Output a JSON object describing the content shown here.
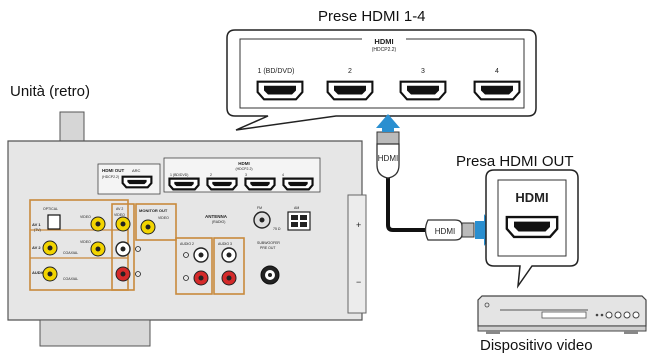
{
  "labels": {
    "hdmi_inputs_title": "Prese HDMI 1-4",
    "unit_label": "Unità (retro)",
    "hdmi_out_title": "Presa HDMI OUT",
    "device_label": "Dispositivo video"
  },
  "callout": {
    "group_label": "HDMI",
    "group_sublabel": "(HDCP2.2)",
    "ports": [
      "1 (BD/DVD)",
      "2",
      "3",
      "4"
    ]
  },
  "cable": {
    "plug_label_top": "HDMI",
    "plug_label_side": "HDMI"
  },
  "device_callout": {
    "port_label": "HDMI"
  },
  "rear_panel": {
    "hdmi_out": "HDMI OUT",
    "hdmi_out_sub": "(HDCP2.2)",
    "arc": "ARC",
    "hdmi_group": "HDMI",
    "hdmi_group_sub": "(HDCP2.2)",
    "hdmi_ports": [
      "1 (BD/DVD)",
      "2",
      "3",
      "4"
    ],
    "av2": "AV 2",
    "video": "VIDEO",
    "monitor_out": "MONITOR OUT",
    "optical": "OPTICAL",
    "av1": "AV 1",
    "av1_sub": "(TV)",
    "coaxial": "COAXIAL",
    "audio1": "AUDIO 1",
    "antenna": "ANTENNA",
    "antenna_sub": "(RADIO)",
    "fm": "FM",
    "fm_ohm": "75 Ω",
    "am": "AM",
    "audio2": "AUDIO 2",
    "audio3": "AUDIO 3",
    "subwoofer": "SUBWOOFER",
    "pre_out": "PRE OUT"
  },
  "colors": {
    "arrow": "#2a8fd0",
    "panel": "#e6e6e6",
    "rca_yellow": "#f2d400",
    "rca_red": "#d42a2a",
    "orange_frame": "#c98a3c"
  }
}
